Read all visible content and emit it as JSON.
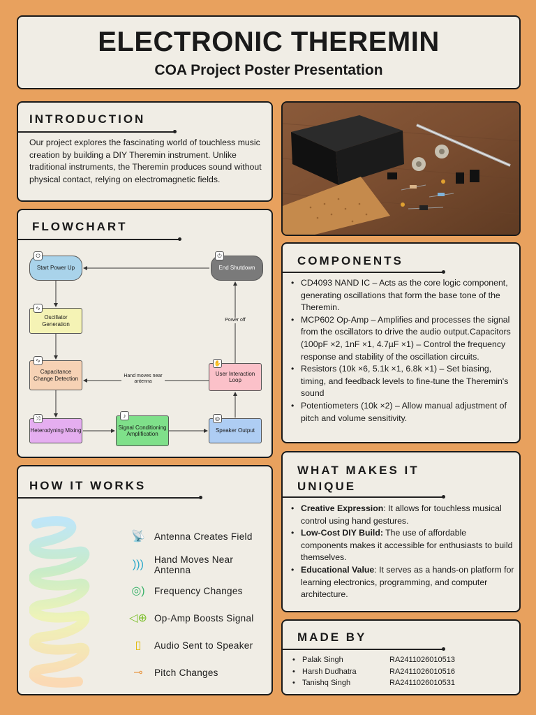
{
  "title": "ELECTRONIC THEREMIN",
  "subtitle": "COA Project Poster Presentation",
  "intro": {
    "heading": "INTRODUCTION",
    "text": "Our project explores the fascinating world of touchless music creation by building a DIY Theremin instrument. Unlike traditional instruments, the Theremin produces sound without physical contact, relying on electromagnetic fields."
  },
  "flowchart": {
    "heading": "FLOWCHART",
    "nodes": {
      "start": "Start Power Up",
      "oscillator": "Oscillator Generation",
      "capacitance": "Capacitance Change Detection",
      "heterodyning": "Heterodyning Mixing",
      "signal": "Signal Conditioning Amplification",
      "speaker": "Speaker Output",
      "interaction": "User Interaction Loop",
      "end": "End Shutdown"
    },
    "edge_labels": {
      "hand": "Hand moves near antenna",
      "power_off": "Power off"
    }
  },
  "components": {
    "heading": "COMPONENTS",
    "items": [
      "CD4093 NAND IC – Acts as the core logic component, generating oscillations that form the base tone of the Theremin.",
      "MCP602 Op-Amp – Amplifies and processes the signal from the oscillators to drive the audio output.Capacitors (100pF ×2, 1nF ×1, 4.7µF ×1) – Control the frequency response and stability of the oscillation circuits.",
      "Resistors (10k ×6, 5.1k ×1, 6.8k ×1) – Set biasing, timing, and feedback levels to fine-tune the Theremin's sound",
      "Potentiometers (10k ×2) – Allow manual adjustment of pitch and volume sensitivity."
    ]
  },
  "how_it_works": {
    "heading": "HOW IT WORKS",
    "items": [
      {
        "icon": "antenna-icon",
        "label": "Antenna Creates Field",
        "color": "#3a7bd5"
      },
      {
        "icon": "wave-icon",
        "label": "Hand Moves Near Antenna",
        "color": "#2aa8c9"
      },
      {
        "icon": "frequency-icon",
        "label": "Frequency Changes",
        "color": "#3bb36b"
      },
      {
        "icon": "speaker-plus-icon",
        "label": "Op-Amp Boosts Signal",
        "color": "#7bbf2a"
      },
      {
        "icon": "audio-file-icon",
        "label": "Audio Sent to Speaker",
        "color": "#e0b800"
      },
      {
        "icon": "slider-icon",
        "label": "Pitch Changes",
        "color": "#e89a4a"
      }
    ]
  },
  "unique": {
    "heading_line1": "WHAT MAKES IT",
    "heading_line2": "UNIQUE",
    "items": [
      {
        "bold": "Creative Expression",
        "text": ": It allows for touchless musical control using hand gestures."
      },
      {
        "bold": "Low-Cost DIY Build:",
        "text": " The use of affordable components makes it accessible for enthusiasts to build themselves."
      },
      {
        "bold": "Educational Value",
        "text": ": It serves as a hands-on platform for learning electronics, programming, and computer architecture."
      }
    ]
  },
  "made_by": {
    "heading": "MADE BY",
    "members": [
      {
        "name": "Palak Singh",
        "id": "RA2411026010513"
      },
      {
        "name": "Harsh Dudhatra",
        "id": "RA2411026010516"
      },
      {
        "name": "Tanishq Singh",
        "id": "RA2411026010531"
      }
    ]
  },
  "colors": {
    "background": "#e8a15e",
    "card": "#f0ede5",
    "border": "#1a1a1a"
  }
}
